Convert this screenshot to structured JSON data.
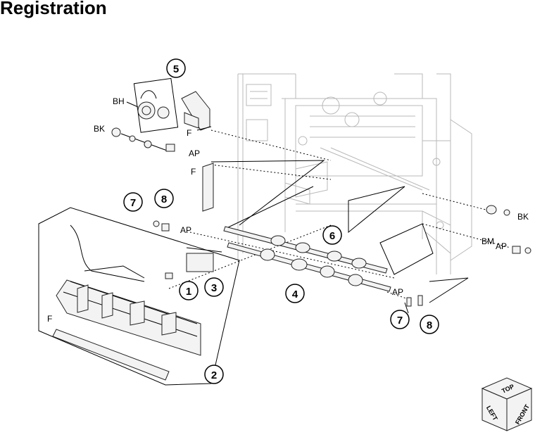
{
  "page": {
    "title": "Registration"
  },
  "labels": {
    "bh": "BH",
    "bk_top": "BK",
    "ap_top": "AP",
    "f_top": "F",
    "f_mid": "F",
    "f_left": "F",
    "ap_left": "AP",
    "bk_right": "BK",
    "bm_right": "BM",
    "ap_right": "AP",
    "ap_bottom": "AP"
  },
  "callouts": [
    {
      "id": "c5",
      "number": "5"
    },
    {
      "id": "c7a",
      "number": "7"
    },
    {
      "id": "c8a",
      "number": "8"
    },
    {
      "id": "c6",
      "number": "6"
    },
    {
      "id": "c1",
      "number": "1"
    },
    {
      "id": "c3",
      "number": "3"
    },
    {
      "id": "c4",
      "number": "4"
    },
    {
      "id": "c7b",
      "number": "7"
    },
    {
      "id": "c8b",
      "number": "8"
    },
    {
      "id": "c2",
      "number": "2"
    }
  ],
  "orientation_cube": {
    "top": "TOP",
    "left": "LEFT",
    "front": "FRONT"
  }
}
